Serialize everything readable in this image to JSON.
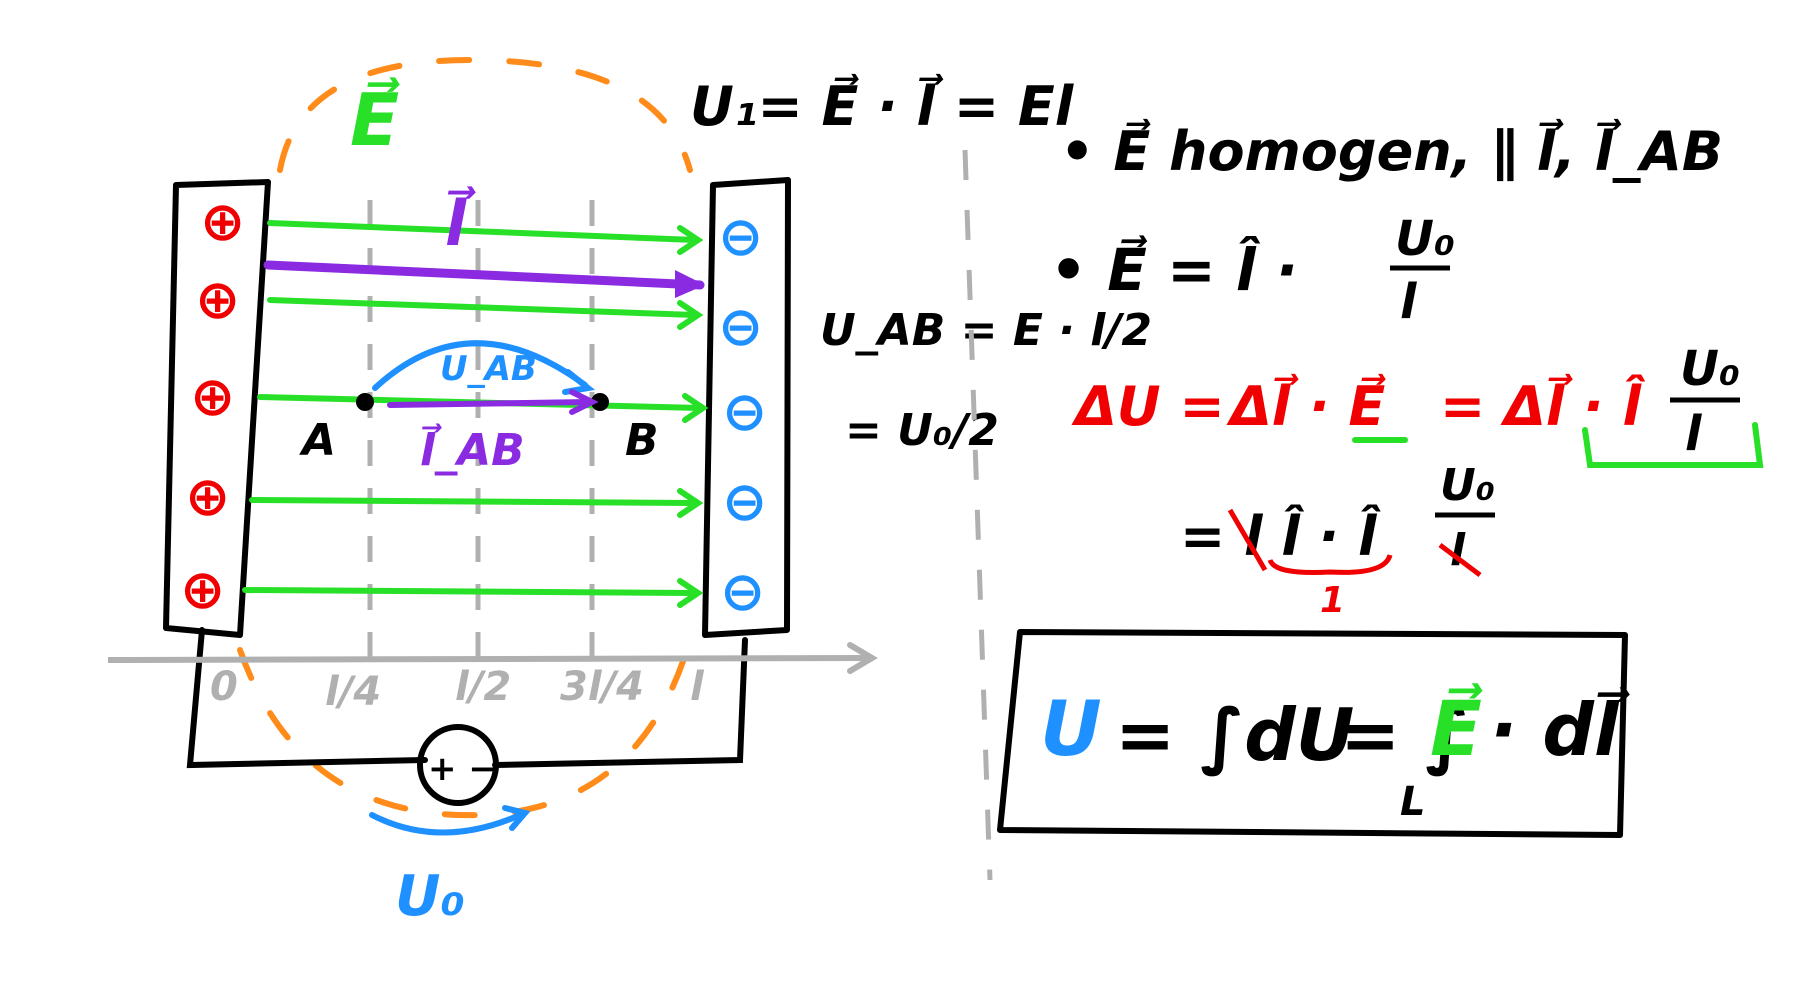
{
  "colors": {
    "black": "#000000",
    "red": "#f00000",
    "blue": "#1e90ff",
    "green": "#28e028",
    "purple": "#8a2be2",
    "orange": "#ff8c1a",
    "gray": "#b0b0b0"
  },
  "diagram": {
    "field_label": "E⃗",
    "length_label": "l⃗",
    "plus_sign": "⊕",
    "minus_sign": "⊖",
    "point_a": "A",
    "point_b": "B",
    "u_ab": "U_AB",
    "l_ab": "l⃗_AB",
    "axis_ticks": [
      "0",
      "l/4",
      "l/2",
      "3l/4",
      "l"
    ],
    "battery_sign": "+ −",
    "u0": "U₀"
  },
  "notes": {
    "v1_eq": "U₁= E⃗ · l⃗ = El",
    "uab_eq1": "U_AB = E · l/2",
    "uab_eq2": "= U₀/2",
    "bullet1": "• E⃗ homogen, ∥ l⃗, l⃗_AB",
    "bullet2_lhs": "• E⃗ = l̂ ·",
    "bullet2_frac_num": "U₀",
    "bullet2_frac_den": "l",
    "du_lhs": "ΔU =",
    "du_mid": "Δl⃗ · E⃗",
    "du_eq": "= Δl⃗ · l̂",
    "du_frac_num": "U₀",
    "du_frac_den": "l",
    "line3": "= l l̂ · l̂",
    "line3_frac_num": "U₀",
    "line3_frac_den": "l",
    "one": "1",
    "boxed_u": "U",
    "boxed_eq1": "= ∫dU",
    "boxed_eq2": "= ∫",
    "boxed_sub": "L",
    "boxed_e": "E⃗",
    "boxed_tail": "· dl⃗"
  }
}
